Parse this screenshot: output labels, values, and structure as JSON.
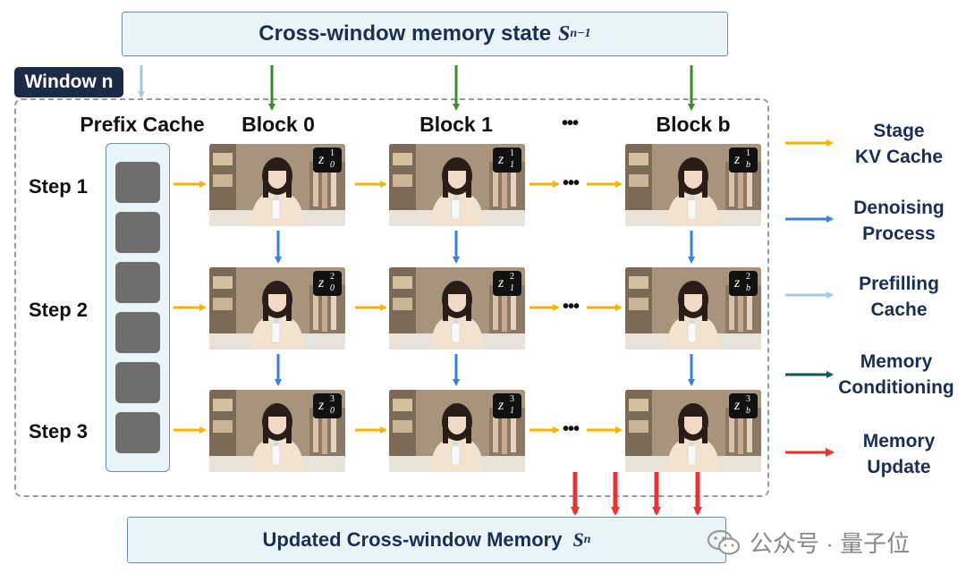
{
  "top_memory": {
    "label": "Cross-window memory state",
    "symbol": "S",
    "subscript": "n−1"
  },
  "bottom_memory": {
    "label": "Updated Cross-window Memory",
    "symbol": "S",
    "subscript": "n"
  },
  "window_label": "Window n",
  "prefix_header": "Prefix Cache",
  "block_headers": [
    "Block 0",
    "Block 1",
    "Block b"
  ],
  "ellipsis": "•••",
  "steps": [
    "Step 1",
    "Step 2",
    "Step 3"
  ],
  "latents": {
    "symbol": "z",
    "steps": [
      "1",
      "2",
      "3"
    ],
    "blocks": [
      "0",
      "1",
      "b"
    ]
  },
  "legend": [
    {
      "lines": [
        "Stage",
        "KV Cache"
      ],
      "color": "#f5b400"
    },
    {
      "lines": [
        "Denoising",
        "Process"
      ],
      "color": "#3b7fe0"
    },
    {
      "lines": [
        "Prefilling",
        "Cache"
      ],
      "color": "#a6c8e6"
    },
    {
      "lines": [
        "Memory",
        "Conditioning"
      ],
      "color": "#0e5a52"
    },
    {
      "lines": [
        "Memory",
        "Update"
      ],
      "color": "#e63434"
    }
  ],
  "colors": {
    "memory_conditioning_down": "#3e8a2e",
    "frame_bg": "#b9a690"
  },
  "watermark": {
    "text": "公众号 · 量子位",
    "icon": "wechat-icon"
  }
}
